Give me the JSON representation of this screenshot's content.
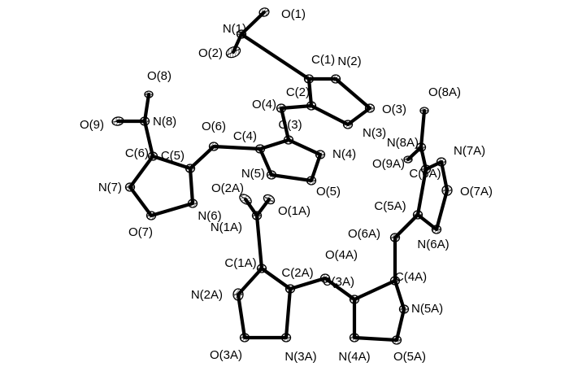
{
  "atoms": [
    {
      "id": "O1",
      "label": "O(1)"
    },
    {
      "id": "N1",
      "label": "N(1)"
    },
    {
      "id": "O2",
      "label": "O(2)"
    },
    {
      "id": "C1",
      "label": "C(1)"
    },
    {
      "id": "N2",
      "label": "N(2)"
    },
    {
      "id": "C2",
      "label": "C(2)"
    },
    {
      "id": "O3",
      "label": "O(3)"
    },
    {
      "id": "N3",
      "label": "N(3)"
    },
    {
      "id": "O4",
      "label": "O(4)"
    },
    {
      "id": "C3",
      "label": "C(3)"
    },
    {
      "id": "C4",
      "label": "C(4)"
    },
    {
      "id": "N4",
      "label": "N(4)"
    },
    {
      "id": "O5",
      "label": "O(5)"
    },
    {
      "id": "N5",
      "label": "N(5)"
    },
    {
      "id": "O6",
      "label": "O(6)"
    },
    {
      "id": "C5",
      "label": "C(5)"
    },
    {
      "id": "C6",
      "label": "C(6)"
    },
    {
      "id": "N6",
      "label": "N(6)"
    },
    {
      "id": "O7",
      "label": "O(7)"
    },
    {
      "id": "N7",
      "label": "N(7)"
    },
    {
      "id": "N8",
      "label": "N(8)"
    },
    {
      "id": "O8",
      "label": "O(8)"
    },
    {
      "id": "O9",
      "label": "O(9)"
    },
    {
      "id": "O2A",
      "label": "O(2A)"
    },
    {
      "id": "O1A",
      "label": "O(1A)"
    },
    {
      "id": "N1A",
      "label": "N(1A)"
    },
    {
      "id": "C1A",
      "label": "C(1A)"
    },
    {
      "id": "C2A",
      "label": "C(2A)"
    },
    {
      "id": "N2A",
      "label": "N(2A)"
    },
    {
      "id": "O3A",
      "label": "O(3A)"
    },
    {
      "id": "N3A",
      "label": "N(3A)"
    },
    {
      "id": "O4A",
      "label": "O(4A)"
    },
    {
      "id": "C3A",
      "label": "C(3A)"
    },
    {
      "id": "C4A",
      "label": "C(4A)"
    },
    {
      "id": "N4A",
      "label": "N(4A)"
    },
    {
      "id": "O5A",
      "label": "O(5A)"
    },
    {
      "id": "N5A",
      "label": "N(5A)"
    },
    {
      "id": "O6A",
      "label": "O(6A)"
    },
    {
      "id": "C5A",
      "label": "C(5A)"
    },
    {
      "id": "N6A",
      "label": "N(6A)"
    },
    {
      "id": "O7A",
      "label": "O(7A)"
    },
    {
      "id": "N7A",
      "label": "N(7A)"
    },
    {
      "id": "C6A",
      "label": "C(6A)"
    },
    {
      "id": "N8A",
      "label": "N(8A)"
    },
    {
      "id": "O8A",
      "label": "O(8A)"
    },
    {
      "id": "O9A",
      "label": "O(9A)"
    }
  ],
  "bonds": [
    [
      "O1",
      "N1"
    ],
    [
      "N1",
      "O2"
    ],
    [
      "N1",
      "C1"
    ],
    [
      "C1",
      "N2"
    ],
    [
      "N2",
      "O3"
    ],
    [
      "O3",
      "N3"
    ],
    [
      "N3",
      "C2"
    ],
    [
      "C2",
      "C1"
    ],
    [
      "C2",
      "O4"
    ],
    [
      "O4",
      "C3"
    ],
    [
      "C3",
      "C4"
    ],
    [
      "C3",
      "N4"
    ],
    [
      "N4",
      "O5"
    ],
    [
      "O5",
      "N5"
    ],
    [
      "N5",
      "C4"
    ],
    [
      "C4",
      "O6"
    ],
    [
      "O6",
      "C5"
    ],
    [
      "C5",
      "C6"
    ],
    [
      "C5",
      "N6"
    ],
    [
      "N6",
      "O7"
    ],
    [
      "O7",
      "N7"
    ],
    [
      "N7",
      "C6"
    ],
    [
      "C6",
      "N8"
    ],
    [
      "N8",
      "O8"
    ],
    [
      "N8",
      "O9"
    ],
    [
      "O2A",
      "N1A"
    ],
    [
      "N1A",
      "O1A"
    ],
    [
      "N1A",
      "C1A"
    ],
    [
      "C1A",
      "C2A"
    ],
    [
      "C1A",
      "N2A"
    ],
    [
      "N2A",
      "O3A"
    ],
    [
      "O3A",
      "N3A"
    ],
    [
      "N3A",
      "C2A"
    ],
    [
      "C2A",
      "O4A"
    ],
    [
      "O4A",
      "C3A"
    ],
    [
      "C3A",
      "C4A"
    ],
    [
      "C3A",
      "N4A"
    ],
    [
      "N4A",
      "O5A"
    ],
    [
      "O5A",
      "N5A"
    ],
    [
      "N5A",
      "C4A"
    ],
    [
      "C4A",
      "O6A"
    ],
    [
      "O6A",
      "C5A"
    ],
    [
      "C5A",
      "N6A"
    ],
    [
      "N6A",
      "O7A"
    ],
    [
      "O7A",
      "N7A"
    ],
    [
      "N7A",
      "C6A"
    ],
    [
      "C6A",
      "C5A"
    ],
    [
      "C6A",
      "N8A"
    ],
    [
      "N8A",
      "O8A"
    ],
    [
      "N8A",
      "O9A"
    ]
  ]
}
